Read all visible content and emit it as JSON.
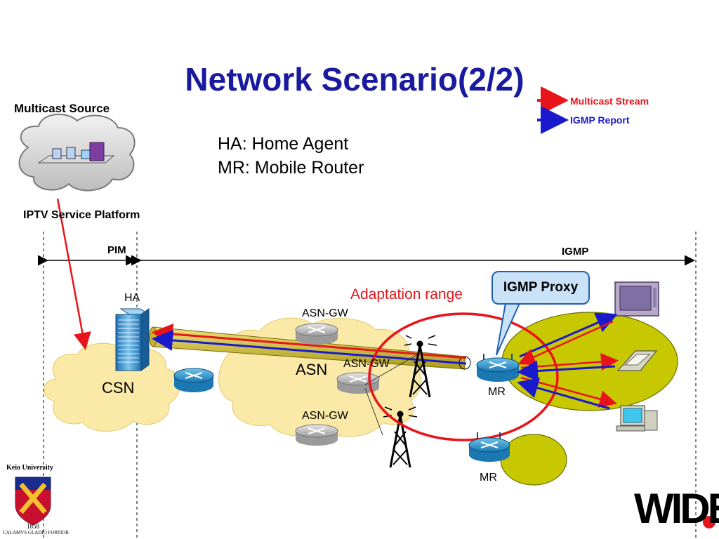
{
  "title": "Network Scenario(2/2)",
  "legend": {
    "multicast_stream": "Multicast Stream",
    "igmp_report": "IGMP Report",
    "colors": {
      "multicast_stream": "#e8141b",
      "igmp_report": "#1a1acc"
    }
  },
  "definitions": {
    "ha": "HA: Home Agent",
    "mr": "MR: Mobile Router"
  },
  "source": {
    "label": "Multicast Source",
    "platform": "IPTV Service Platform"
  },
  "protocols": {
    "pim": "PIM",
    "igmp": "IGMP"
  },
  "nodes": {
    "ha": "HA",
    "csn": "CSN",
    "asn": "ASN",
    "asn_gw_top": "ASN-GW",
    "asn_gw_mid": "ASN-GW",
    "asn_gw_bottom": "ASN-GW",
    "mr_main": "MR",
    "mr_second": "MR"
  },
  "annotations": {
    "adaptation_range": "Adaptation range",
    "igmp_proxy": "IGMP Proxy"
  },
  "logos": {
    "keio_name": "Keio University",
    "keio_year": "1858",
    "keio_motto": "CALAMVS GLADIO FORTIOR",
    "wide": "WIDE"
  }
}
